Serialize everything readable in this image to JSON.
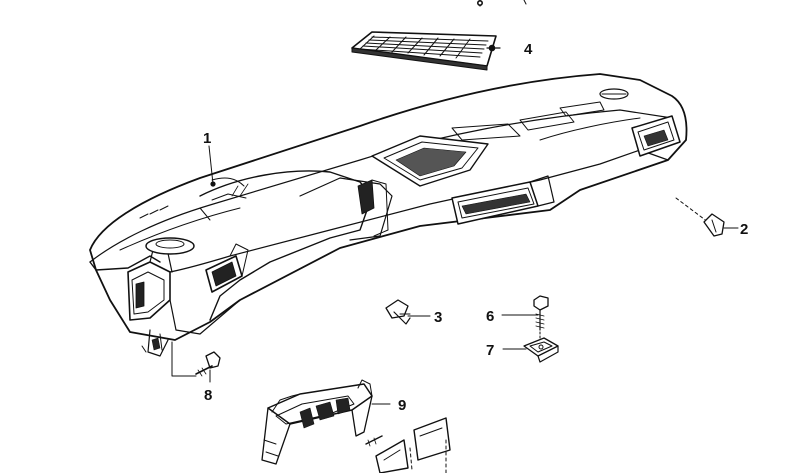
{
  "diagram": {
    "colors": {
      "line": "#111111",
      "background": "#ffffff"
    },
    "callouts": [
      {
        "id": "1",
        "label": "1",
        "part": "dashboard-panel"
      },
      {
        "id": "2",
        "label": "2",
        "part": "bulb-holder-clip"
      },
      {
        "id": "3",
        "label": "3",
        "part": "expanding-rivet"
      },
      {
        "id": "4",
        "label": "4",
        "part": "speaker-grille"
      },
      {
        "id": "6",
        "label": "6",
        "part": "hex-screw"
      },
      {
        "id": "7",
        "label": "7",
        "part": "clip-nut"
      },
      {
        "id": "8",
        "label": "8",
        "part": "bolt"
      },
      {
        "id": "9",
        "label": "9",
        "part": "air-vent-bracket"
      }
    ]
  }
}
